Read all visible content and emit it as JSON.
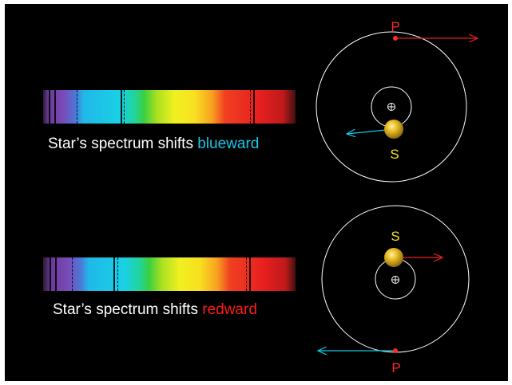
{
  "scenes": [
    {
      "caption_prefix": "Star’s spectrum shifts ",
      "caption_shift": "blueward",
      "star_label": "S",
      "planet_label": "P",
      "star_arrow_direction": "left",
      "planet_arrow_direction": "right",
      "star_arrow_color": "#12c8e6",
      "planet_arrow_color": "#e62020"
    },
    {
      "caption_prefix": "Star’s spectrum shifts ",
      "caption_shift": "redward",
      "star_label": "S",
      "planet_label": "P",
      "star_arrow_direction": "right",
      "planet_arrow_direction": "left",
      "star_arrow_color": "#e62020",
      "planet_arrow_color": "#12c8e6"
    }
  ],
  "colors": {
    "background": "#000000",
    "blueward_text": "#12c8e6",
    "redward_text": "#ff1a1a",
    "label_star": "#f2e21a",
    "label_planet": "#ff2a2a",
    "orbit": "#ffffff",
    "star": "#e6b820"
  }
}
